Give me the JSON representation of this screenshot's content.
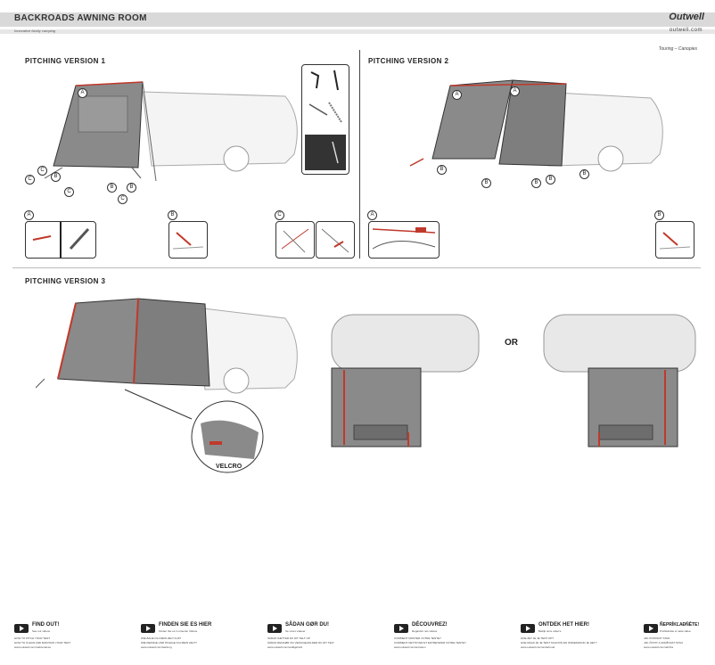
{
  "header": {
    "title": "BACKROADS AWNING ROOM",
    "brand": "Outwell",
    "tagline": "Innovative family camping",
    "url": "outwell.com"
  },
  "category": {
    "left": "Touring",
    "sep": "–",
    "right": "Canopies"
  },
  "sections": {
    "v1": "PITCHING VERSION 1",
    "v2": "PITCHING VERSION 2",
    "v3": "PITCHING VERSION 3"
  },
  "markers": {
    "a": "A",
    "b": "B",
    "c": "C"
  },
  "labels": {
    "or": "OR",
    "velcro": "VELCRO"
  },
  "footer": [
    {
      "heading": "FIND OUT!",
      "sub": "See our videos",
      "l1": "HOW TO PITCH YOUR TENT",
      "l2": "HOW TO CLEAN AND MAINTAIN YOUR TENT",
      "l3": "www.outwell.com/maintenance"
    },
    {
      "heading": "FINDEN SIE ES HIER",
      "sub": "Finden Sie es in unseren Videos",
      "l1": "WIE BAUE ICH MEIN ZELT AUF?",
      "l2": "WIE REINIGE UND PFLEGE ICH MEIN ZELT?",
      "l3": "www.outwell.com/wartung"
    },
    {
      "heading": "SÅDAN GØR DU!",
      "sub": "Se vores videoer",
      "l1": "SÅDAN SÆTTER DU DIT TELT OP",
      "l2": "SÅDAN RENGØR OG VEDLIGEHOLDER DU DIT TELT",
      "l3": "www.outwell.com/vedligehold"
    },
    {
      "heading": "DÉCOUVREZ!",
      "sub": "Regardez nos vidéos",
      "l1": "COMMENT MONTER VOTRE TENTE?",
      "l2": "COMMENT NETTOYER ET ENTRETENIR VOTRE TENTE?",
      "l3": "www.outwell.com/entretien"
    },
    {
      "heading": "ONTDEK HET HIER!",
      "sub": "Bekijk onze video's",
      "l1": "HOE ZET JE JE TENT OP?",
      "l2": "HOE MAAK JE JE TENT SCHOON EN ONDERHOUD JE HET?",
      "l3": "www.outwell.com/onderhoud"
    },
    {
      "heading": "ÑEPRĪKĽAĐŇĚTE!",
      "sub": "Prohlédněte si naše videa",
      "l1": "JAK POSTAVIT STAN",
      "l2": "JAK ČISTIT A UDRŽOVAT STAN",
      "l3": "www.outwell.com/udrzba"
    }
  ]
}
